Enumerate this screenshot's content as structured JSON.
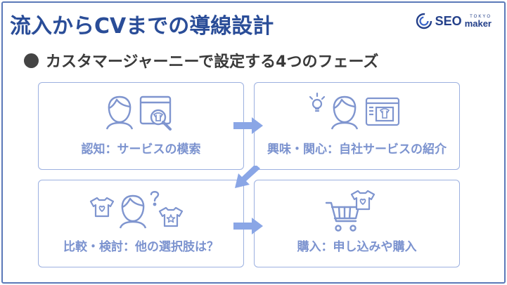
{
  "title": "流入からCVまでの導線設計",
  "logo": {
    "main": "SEO",
    "top": "TOKYO",
    "bottom": "maker"
  },
  "subtitle": "カスタマージャーニーで設定する4つのフェーズ",
  "phases": [
    {
      "label": "認知：サービスの模索",
      "icons": [
        "person-icon",
        "search-window-icon"
      ]
    },
    {
      "label": "興味・関心：自社サービスの紹介",
      "icons": [
        "lightbulb-icon",
        "person-icon",
        "product-page-icon"
      ]
    },
    {
      "label": "比較・検討：他の選択肢は？",
      "icons": [
        "tshirt-heart-icon",
        "person-question-icon",
        "tshirt-star-icon"
      ]
    },
    {
      "label": "購入：申し込みや購入",
      "icons": [
        "shopping-cart-icon",
        "tshirt-heart-icon"
      ]
    }
  ],
  "colors": {
    "title": "#2a4d98",
    "frame": "#5b79b8",
    "card_border": "#9cb0e0",
    "card_text": "#7c93cf",
    "icon": "#7f95cf",
    "arrow": "#8aa6e6"
  }
}
